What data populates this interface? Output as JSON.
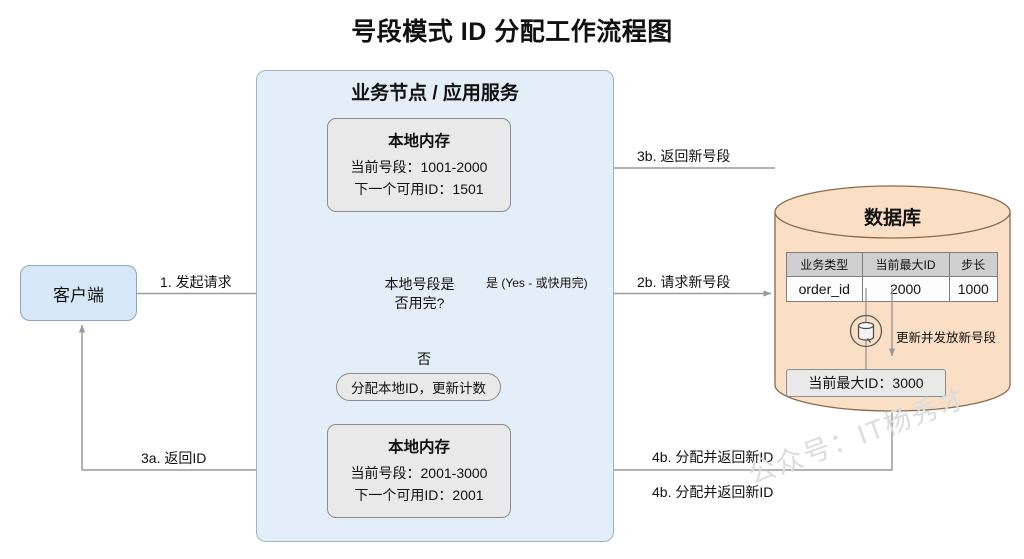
{
  "title": "号段模式 ID 分配工作流程图",
  "watermark": "公众号：IT杨秀才",
  "colors": {
    "service_fill": "#e4eef8",
    "service_border": "#9bb4c9",
    "node_fill": "#e9e9e9",
    "node_border": "#8c8c8c",
    "client_fill": "#d6e7f7",
    "db_fill": "#fadfc5",
    "db_border": "#8a6a4a",
    "table_header_fill": "#cfcfcf",
    "edge": "#9a9a9a"
  },
  "client": {
    "label": "客户端"
  },
  "service": {
    "title": "业务节点 / 应用服务",
    "memory_top": {
      "title": "本地内存",
      "lines": [
        "当前号段：1001-2000",
        "下一个可用ID：1501"
      ]
    },
    "decision": {
      "line1": "本地号段是",
      "line2": "否用完?"
    },
    "alloc_local": "分配本地ID，更新计数",
    "memory_bottom": {
      "title": "本地内存",
      "lines": [
        "当前号段：2001-3000",
        "下一个可用ID：2001"
      ]
    }
  },
  "database": {
    "title": "数据库",
    "table": {
      "headers": [
        "业务类型",
        "当前最大ID",
        "步长"
      ],
      "rows": [
        [
          "order_id",
          "2000",
          "1000"
        ]
      ]
    },
    "update_label": "更新并发放新号段",
    "result": "当前最大ID：3000",
    "icon": "database-lock-icon"
  },
  "edges": {
    "e1": "1. 发起请求",
    "yes": "是 (Yes - 或快用完)",
    "no": "否",
    "e2b": "2b. 请求新号段",
    "e3b": "3b. 返回新号段",
    "e3a": "3a. 返回ID",
    "e4b_1": "4b. 分配并返回新ID",
    "e4b_2": "4b. 分配并返回新ID"
  }
}
